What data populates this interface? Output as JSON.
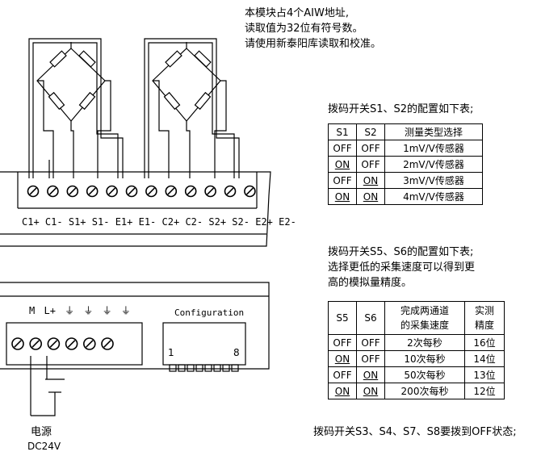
{
  "notes": {
    "line1": "本模块占4个AIW地址,",
    "line2": "读取值为32位有符号数。",
    "line3": "请使用新泰阳库读取和校准。"
  },
  "terminal_labels_top": [
    "C1+",
    "C1-",
    "S1+",
    "S1-",
    "E1+",
    "E1-",
    "C2+",
    "C2-",
    "S2+",
    "S2-",
    "E2+",
    "E2-"
  ],
  "terminal_labels_bottom": [
    "M",
    "L+",
    "⏚",
    "⏚",
    "⏚",
    "⏚"
  ],
  "configuration": {
    "title": "Configuration",
    "left": "1",
    "right": "8"
  },
  "power": {
    "label1": "电源",
    "label2": "DC24V"
  },
  "table1": {
    "caption": "拨码开关S1、S2的配置如下表;",
    "headers": [
      "S1",
      "S2",
      "测量类型选择"
    ],
    "rows": [
      [
        "OFF",
        "OFF",
        "1mV/V传感器"
      ],
      [
        "ON",
        "OFF",
        "2mV/V传感器"
      ],
      [
        "OFF",
        "ON",
        "3mV/V传感器"
      ],
      [
        "ON",
        "ON",
        "4mV/V传感器"
      ]
    ]
  },
  "table2": {
    "caption1": "拨码开关S5、S6的配置如下表;",
    "caption2": "选择更低的采集速度可以得到更",
    "caption3": "高的模拟量精度。",
    "headers": [
      "S5",
      "S6",
      "完成两通道",
      "的采集速度",
      "实测",
      "精度"
    ],
    "rows": [
      [
        "OFF",
        "OFF",
        "2次每秒",
        "16位"
      ],
      [
        "ON",
        "OFF",
        "10次每秒",
        "14位"
      ],
      [
        "OFF",
        "ON",
        "50次每秒",
        "13位"
      ],
      [
        "ON",
        "ON",
        "200次每秒",
        "12位"
      ]
    ]
  },
  "footer": "拨码开关S3、S4、S7、S8要拨到OFF状态;"
}
